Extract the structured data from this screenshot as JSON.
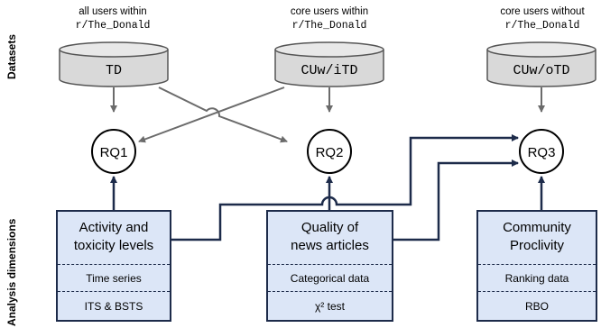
{
  "side_labels": {
    "datasets": "Datasets",
    "analysis": "Analysis dimensions"
  },
  "datasets": [
    {
      "caption_line1": "all users within",
      "caption_line2": "r/The_Donald",
      "name": "TD"
    },
    {
      "caption_line1": "core users within",
      "caption_line2": "r/The_Donald",
      "name": "CUw/iTD"
    },
    {
      "caption_line1": "core users without",
      "caption_line2": "r/The_Donald",
      "name": "CUw/oTD"
    }
  ],
  "research_questions": [
    "RQ1",
    "RQ2",
    "RQ3"
  ],
  "dimensions": [
    {
      "title_line1": "Activity and",
      "title_line2": "toxicity levels",
      "data": "Time series",
      "method": "ITS & BSTS"
    },
    {
      "title_line1": "Quality of",
      "title_line2": "news articles",
      "data": "Categorical data",
      "method": "χ² test"
    },
    {
      "title_line1": "Community",
      "title_line2": "Proclivity",
      "data": "Ranking data",
      "method": "RBO"
    }
  ],
  "colors": {
    "cylinder_fill": "#d9d9d9",
    "box_fill": "#dce6f7",
    "box_stroke": "#1d2b4a",
    "gray_arrow": "#6b6b6b"
  }
}
